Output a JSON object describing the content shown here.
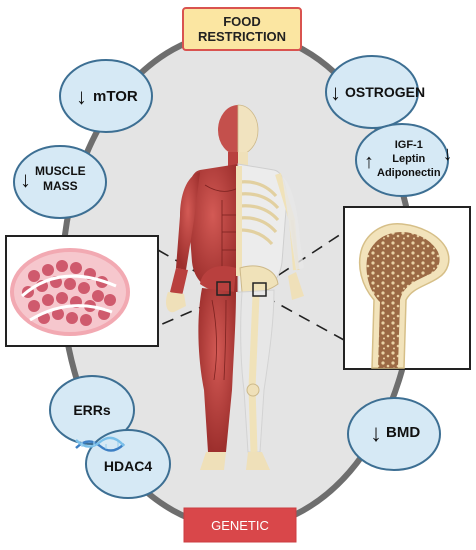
{
  "top_box": {
    "line1": "FOOD",
    "line2": "RESTRICTION"
  },
  "bottom_box": {
    "label": "GENETIC"
  },
  "factors": {
    "mtor": "mTOR",
    "ostrogen": "OSTROGEN",
    "muscle_mass": {
      "line1": "MUSCLE",
      "line2": "MASS"
    },
    "hormones": {
      "line1": "IGF-1",
      "line2": "Leptin",
      "line3": "Adiponectin"
    },
    "errs": "ERRs",
    "hdac4": "HDAC4",
    "bmd": "BMD"
  },
  "arrows": {
    "down": "↓",
    "up": "↑"
  },
  "colors": {
    "bubble_fill": "#d6e9f5",
    "bubble_stroke": "#3d6f93",
    "oval_stroke": "#6e6e6e",
    "oval_fill": "#e3e3e3",
    "top_box_fill": "#fbe6a2",
    "top_box_stroke": "#d9534f",
    "bottom_box_fill": "#d9474a",
    "muscle": "#b8413f",
    "bone": "#f2e3bb",
    "marrow": "#9c6a43"
  }
}
